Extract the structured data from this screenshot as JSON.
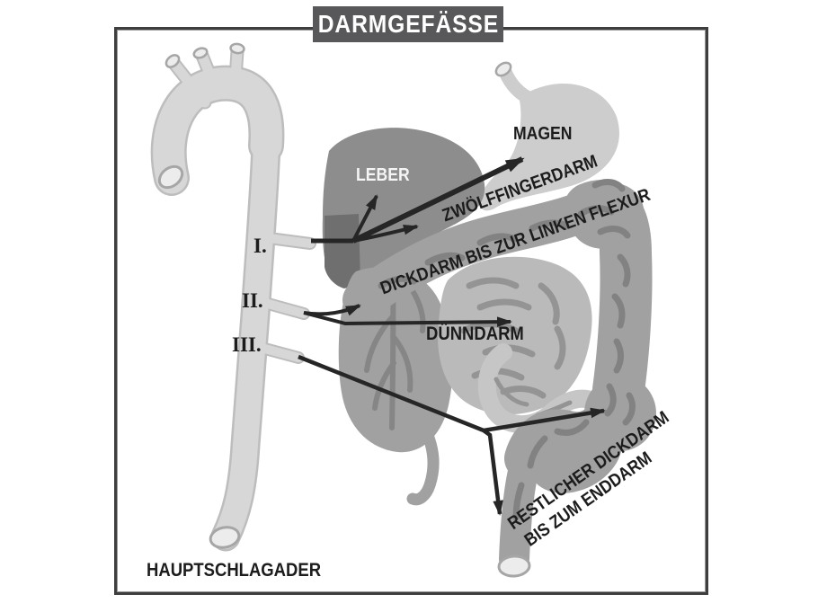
{
  "title": "DARMGEFÄSSE",
  "labels": {
    "leber": "LEBER",
    "magen": "MAGEN",
    "zwoelffingerdarm": "ZWÖLFFINGERDARM",
    "dickdarm_flexur": "DICKDARM BIS ZUR LINKEN FLEXUR",
    "duenndarm": "DÜNNDARM",
    "restlicher_dickdarm_line1": "RESTLICHER DICKDARM",
    "restlicher_dickdarm_line2": "BIS ZUM ENDDARM",
    "hauptschlagader": "HAUPTSCHLAGADER",
    "numeral_1": "I.",
    "numeral_2": "II.",
    "numeral_3": "III."
  },
  "colors": {
    "background": "#ffffff",
    "frame_border": "#3e3e3e",
    "title_bg": "#58585a",
    "title_text": "#ffffff",
    "label_text": "#1c1c1c",
    "leber_text": "#f5f5f5",
    "arrow": "#262626",
    "aorta_fill": "#d7d7d7",
    "aorta_edge": "#bdbdbd",
    "vessel_opening": "#ececec",
    "opening_rim": "#a6a6a6",
    "stomach": "#cdcdcd",
    "liver": "#8d8d8d",
    "liver_dark": "#6f6f6f",
    "colon": "#a1a1a1",
    "colon_mark": "#828282",
    "small_intestine": "#bababa",
    "intestine_mark": "#949494",
    "ileum_tube": "#c6c6c6",
    "cecum_vessel": "#868686"
  }
}
